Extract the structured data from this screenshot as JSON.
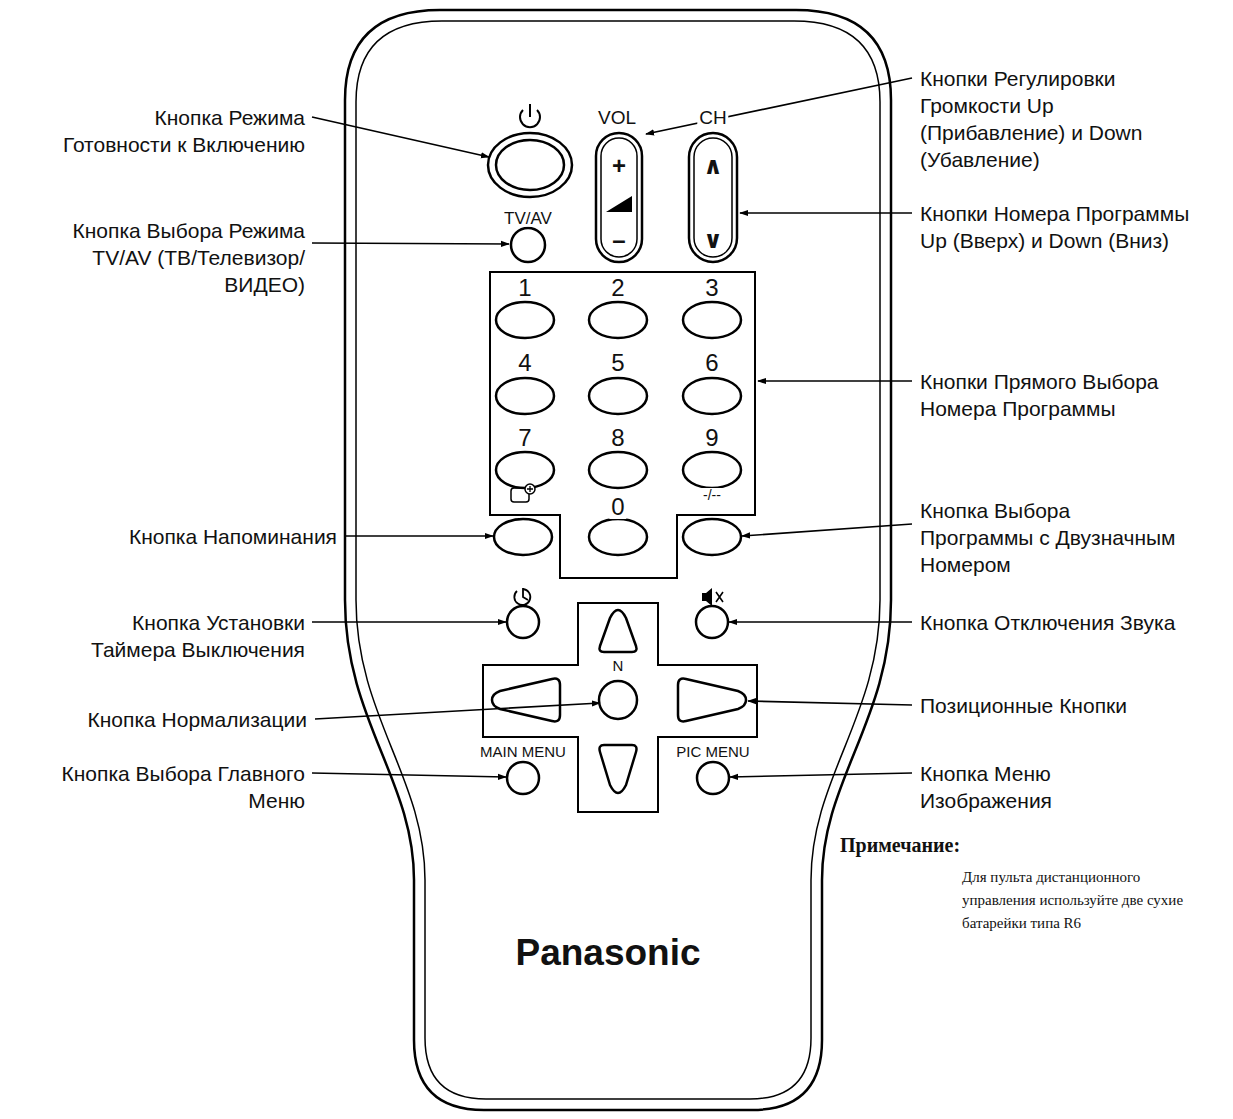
{
  "diagram": {
    "labels": [
      "Кнопка Режима Готовности к Включению",
      "Кнопка Выбора Режима TV/AV (ТВ/Телевизор/ ВИДЕО)",
      "Кнопка Напоминания",
      "Кнопка Установки Таймера Выключения",
      "Кнопка Нормализации",
      "Кнопка Выбора Главного Меню",
      "Кнопки Регулировки Громкости Up (Прибавление) и Down (Убавление)",
      "Кнопки Номера Программы Up (Вверх) и Down (Вниз)",
      "Кнопки Прямого Выбора Номера Программы",
      "Кнопка Выбора Программы с Двузначным Номером",
      "Кнопка Отключения Звука",
      "Позиционные Кнопки",
      "Кнопка Меню Изображения",
      "VOL",
      "CH",
      "+",
      "–",
      "∧",
      "∨",
      "TV/AV",
      "1",
      "2",
      "3",
      "4",
      "5",
      "6",
      "7",
      "8",
      "9",
      "0",
      "-/--",
      "N",
      "MAIN MENU",
      "PIC MENU",
      "Panasonic",
      "Примечание:",
      "Для пульта дистанционного управления используйте две сухие батарейки типа R6"
    ]
  }
}
